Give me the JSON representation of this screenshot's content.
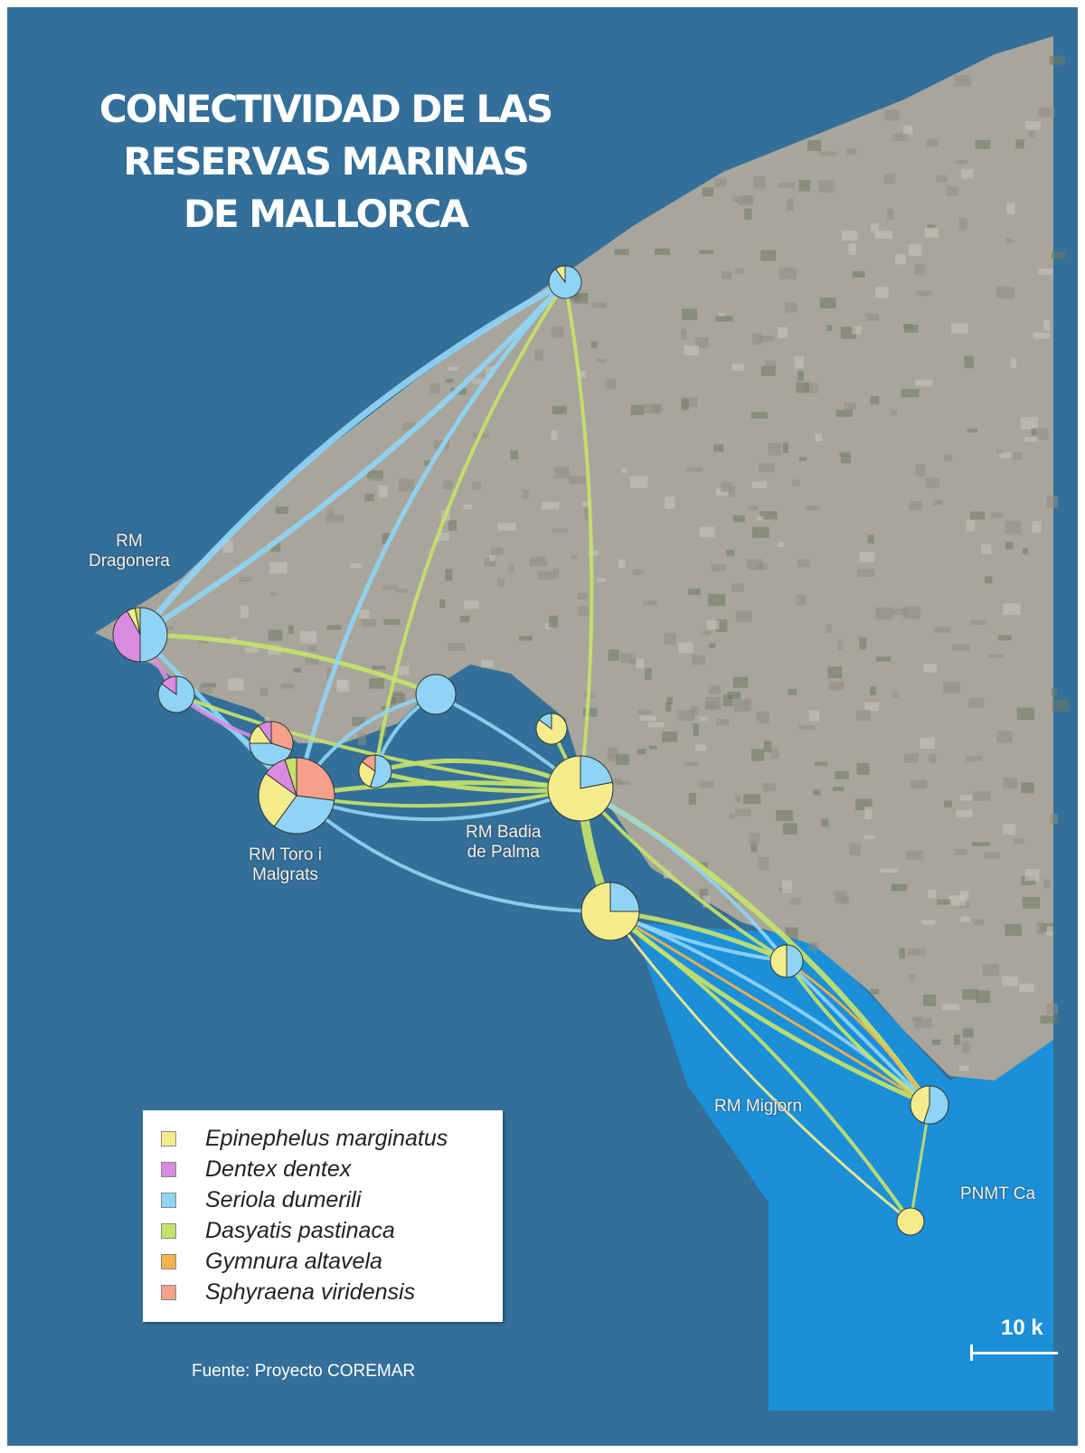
{
  "title": [
    "CONECTIVIDAD DE LAS",
    "RESERVAS MARINAS",
    "DE MALLORCA"
  ],
  "labels": {
    "dragonera": [
      "RM",
      "Dragonera"
    ],
    "toro": [
      "RM Toro i",
      "Malgrats"
    ],
    "palma": [
      "RM Badia",
      "de Palma"
    ],
    "migjorn": "RM Migjorn",
    "pnmt": "PNMT Ca"
  },
  "legend": [
    {
      "label": "Epinephelus marginatus",
      "color": "#f4ec8c"
    },
    {
      "label": "Dentex dentex",
      "color": "#d98be0"
    },
    {
      "label": "Seriola dumerili",
      "color": "#8fd4f5"
    },
    {
      "label": "Dasyatis pastinaca",
      "color": "#c6e26a"
    },
    {
      "label": "Gymnura altavela",
      "color": "#f6b24c"
    },
    {
      "label": "Sphyraena viridensis",
      "color": "#f4a08c"
    }
  ],
  "scale": "10 k",
  "source": "Fuente: Proyecto COREMAR",
  "colors": {
    "sea": "#336f99",
    "reserve": "#1b8fd8",
    "land": "#a8a69c"
  }
}
